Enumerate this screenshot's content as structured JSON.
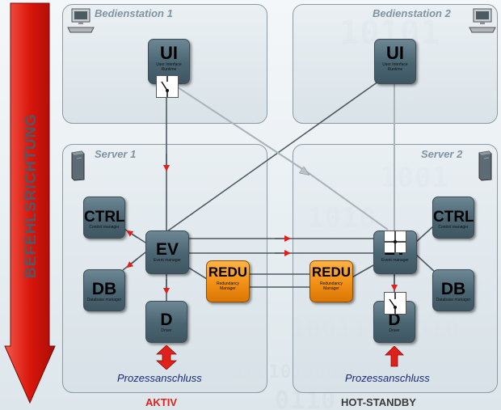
{
  "panels": {
    "station1": "Bedienstation 1",
    "station2": "Bedienstation 2",
    "server1": "Server 1",
    "server2": "Server 2"
  },
  "side_arrow_label": "BEFEHLSRICHTUNG",
  "components": {
    "ui1": {
      "name": "UI",
      "desc": "User Interface Runtime"
    },
    "ui2": {
      "name": "UI",
      "desc": "User Interface Runtime"
    },
    "ctrl1": {
      "name": "CTRL",
      "desc": "Control manager"
    },
    "ctrl2": {
      "name": "CTRL",
      "desc": "Control manager"
    },
    "db1": {
      "name": "DB",
      "desc": "Database manager"
    },
    "db2": {
      "name": "DB",
      "desc": "Database manager"
    },
    "ev1": {
      "name": "EV",
      "desc": "Event manager"
    },
    "ev2": {
      "name": "EV",
      "desc": "Event manager"
    },
    "redu1": {
      "name": "REDU",
      "desc1": "Redundancy",
      "desc2": "Manager"
    },
    "redu2": {
      "name": "REDU",
      "desc1": "Redundancy",
      "desc2": "Manager"
    },
    "d1": {
      "name": "D",
      "desc": "Driver"
    },
    "d2": {
      "name": "D",
      "desc": "Driver"
    }
  },
  "process_label_1": "Prozessanschluss",
  "process_label_2": "Prozessanschluss",
  "status_left": "AKTIV",
  "status_right": "HOT-STANDBY",
  "colors": {
    "active": "#e0201a",
    "standby": "#444444",
    "redu": "#f08c12",
    "component": "#4a6572"
  },
  "icons": [
    "computer-icon",
    "server-tower-icon",
    "switch-open-icon",
    "switch-closed-icon"
  ]
}
